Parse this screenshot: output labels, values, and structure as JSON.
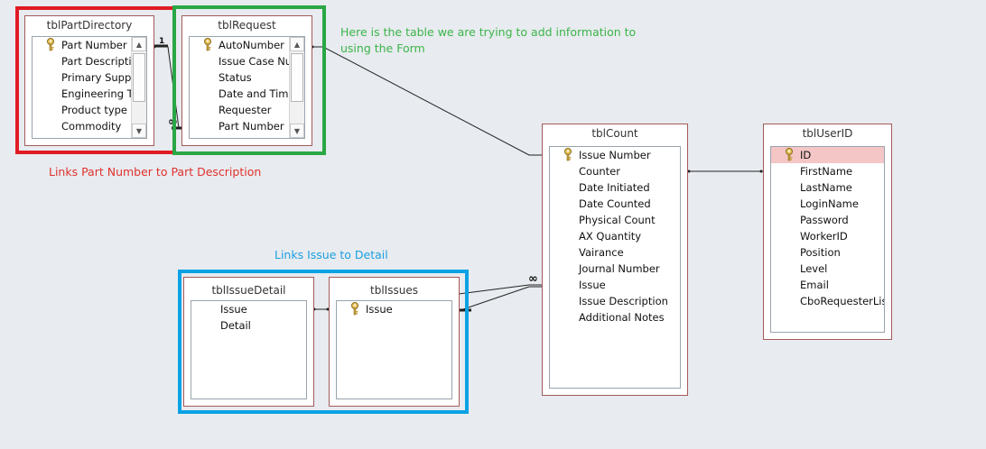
{
  "colors": {
    "red": "#e01b24",
    "green": "#2aa745",
    "blue": "#0aa2e4",
    "table_border": "#a55a5a",
    "note_red": "#e0322e",
    "note_green": "#3bb54a",
    "note_blue": "#1ca0df"
  },
  "tables": {
    "part_directory": {
      "title": "tblPartDirectory",
      "fields": [
        {
          "name": "Part Number",
          "key": true
        },
        {
          "name": "Part Descriptio"
        },
        {
          "name": "Primary Supplie"
        },
        {
          "name": "Engineering Typ"
        },
        {
          "name": "Product type"
        },
        {
          "name": "Commodity"
        }
      ]
    },
    "request": {
      "title": "tblRequest",
      "fields": [
        {
          "name": "AutoNumber",
          "key": true
        },
        {
          "name": "Issue Case Num"
        },
        {
          "name": "Status"
        },
        {
          "name": "Date and Time"
        },
        {
          "name": "Requester"
        },
        {
          "name": "Part Number"
        }
      ]
    },
    "count": {
      "title": "tblCount",
      "fields": [
        {
          "name": "Issue Number",
          "key": true
        },
        {
          "name": "Counter"
        },
        {
          "name": "Date Initiated"
        },
        {
          "name": "Date Counted"
        },
        {
          "name": "Physical Count"
        },
        {
          "name": "AX Quantity"
        },
        {
          "name": "Vairance"
        },
        {
          "name": "Journal Number"
        },
        {
          "name": "Issue"
        },
        {
          "name": "Issue Description"
        },
        {
          "name": "Additional Notes"
        }
      ]
    },
    "user_id": {
      "title": "tblUserID",
      "fields": [
        {
          "name": "ID",
          "key": true,
          "selected": true
        },
        {
          "name": "FirstName"
        },
        {
          "name": "LastName"
        },
        {
          "name": "LoginName"
        },
        {
          "name": "Password"
        },
        {
          "name": "WorkerID"
        },
        {
          "name": "Position"
        },
        {
          "name": "Level"
        },
        {
          "name": "Email"
        },
        {
          "name": "CboRequesterList"
        }
      ]
    },
    "issue_detail": {
      "title": "tblIssueDetail",
      "fields": [
        {
          "name": "Issue"
        },
        {
          "name": "Detail"
        }
      ]
    },
    "issues": {
      "title": "tblIssues",
      "fields": [
        {
          "name": "Issue",
          "key": true
        }
      ]
    }
  },
  "annotations": {
    "red_note": "Links Part Number to Part Description",
    "green_note_line1": "Here is the table we are trying to add information to",
    "green_note_line2": "using the Form",
    "blue_note": "Links Issue to Detail"
  },
  "relationship_labels": {
    "one": "1",
    "many": "∞"
  },
  "scroll": {
    "up": "▲",
    "down": "▼"
  }
}
